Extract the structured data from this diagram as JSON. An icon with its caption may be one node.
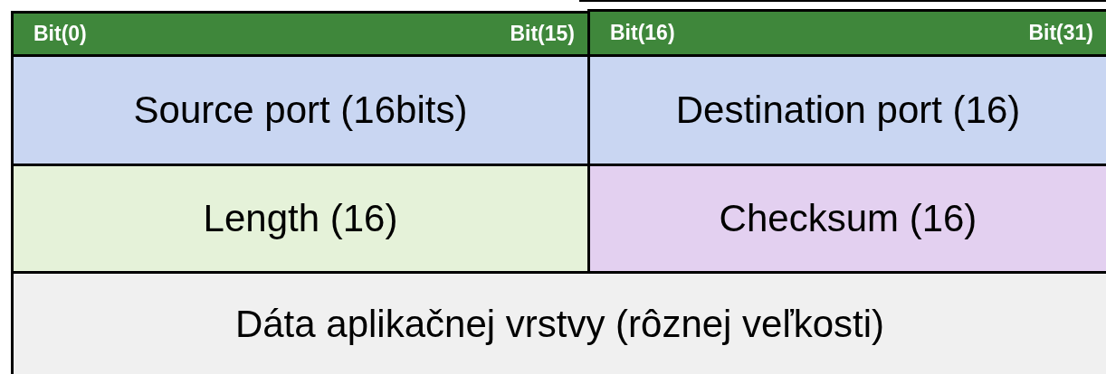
{
  "diagram": {
    "nodes": [
      {
        "text": [
          "Bit(0)",
          "Bit(15)"
        ]
      },
      {
        "text": [
          "Bit(16)",
          "Bit(31)"
        ]
      },
      {
        "text": [
          "Source port (16bits)"
        ]
      },
      {
        "text": [
          "Destination port (16)"
        ]
      },
      {
        "text": [
          "Length (16)"
        ]
      },
      {
        "text": [
          "Checksum (16)"
        ]
      },
      {
        "text": [
          "Dáta aplikačnej vrstvy (rôznej veľkosti)"
        ]
      }
    ]
  }
}
